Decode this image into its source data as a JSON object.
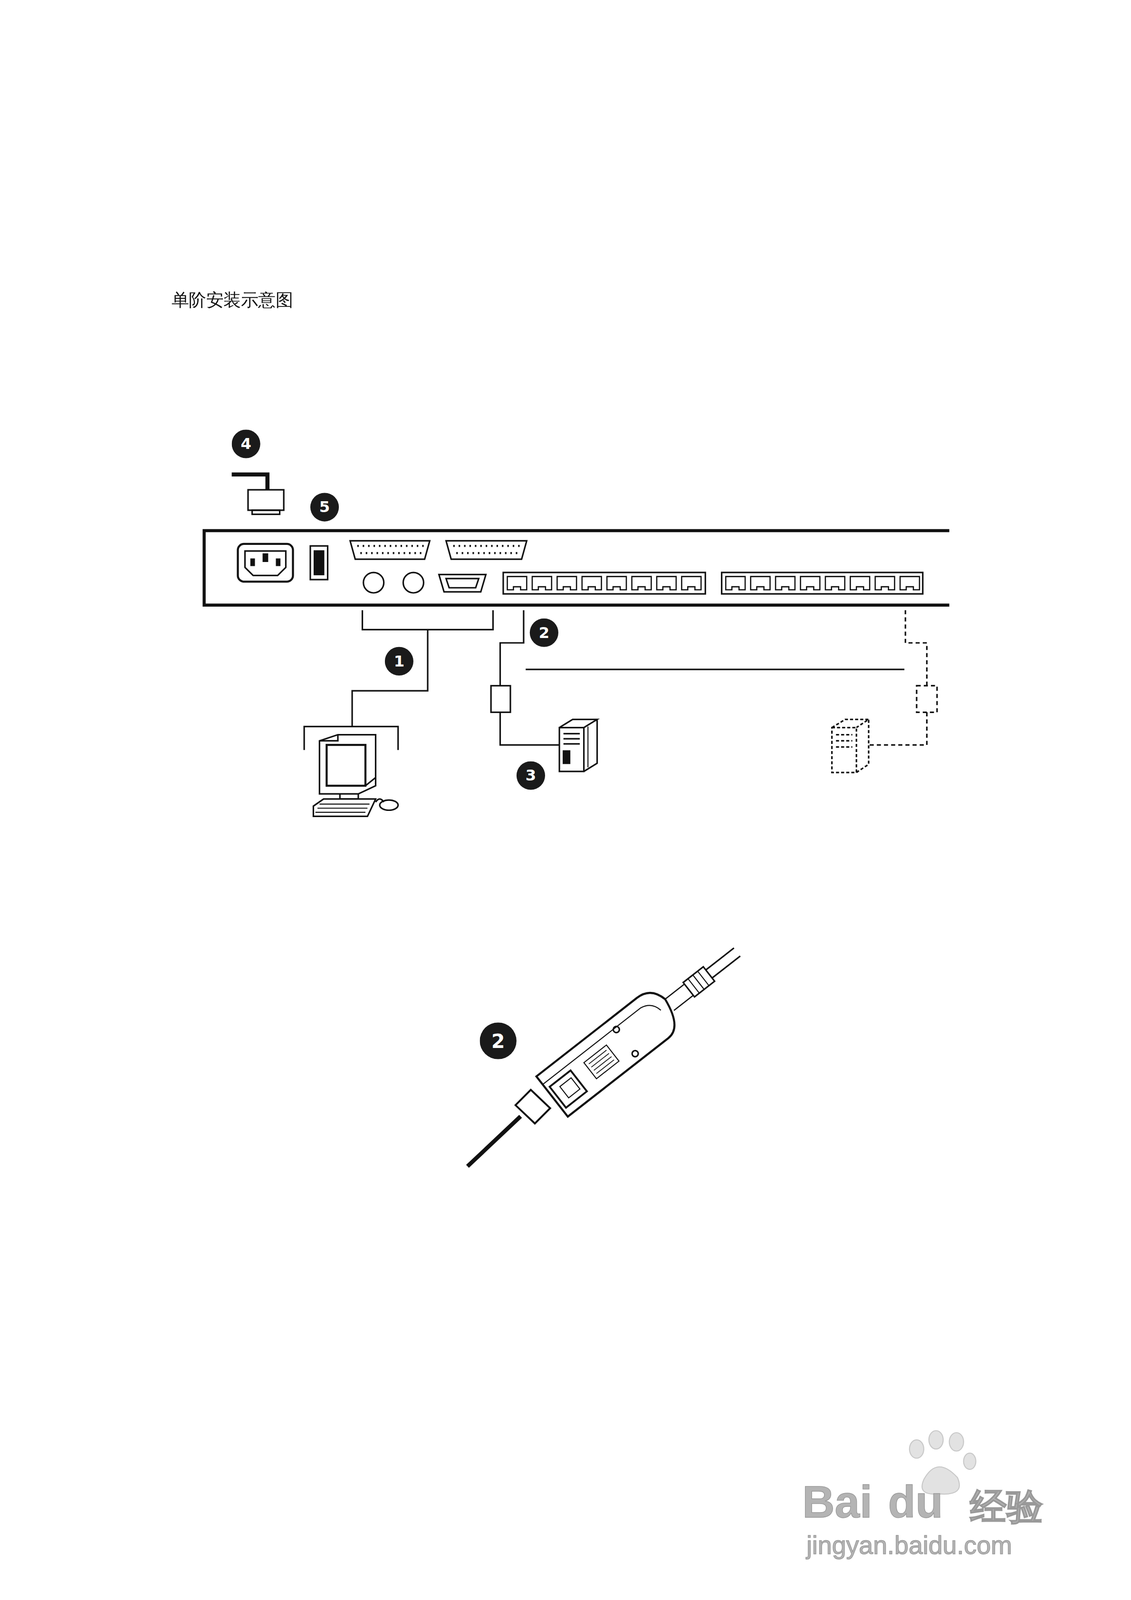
{
  "diagram": {
    "title": "单阶安装示意图",
    "nodes": [
      {
        "text": [
          "4"
        ]
      },
      {
        "text": [
          "5"
        ]
      },
      {
        "text": [
          "2"
        ]
      },
      {
        "text": [
          "1"
        ]
      },
      {
        "text": [
          "3"
        ]
      },
      {
        "text": [
          "2"
        ]
      }
    ],
    "labels": [
      "Bai",
      "du",
      "经验",
      "jingyan.baidu.com"
    ]
  }
}
